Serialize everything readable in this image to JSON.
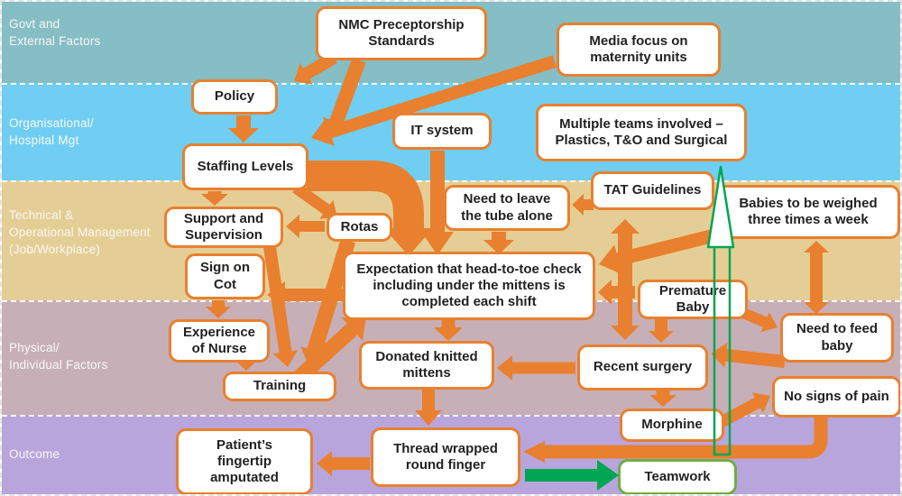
{
  "title": "Accimap-style causal diagram",
  "bands": [
    {
      "label": "Govt and\nExternal Factors"
    },
    {
      "label": "Organisational/\nHospital Mgt"
    },
    {
      "label": "Technical &\nOperational  Management\n(Job/Workplace)"
    },
    {
      "label": "Physical/\nIndividual  Factors"
    },
    {
      "label": "Outcome"
    }
  ],
  "boxes": {
    "nmc": "NMC Preceptorship Standards",
    "media": "Media focus on maternity units",
    "policy": "Policy",
    "it_system": "IT system",
    "multiple_teams": "Multiple teams involved – Plastics, T&O and Surgical",
    "staffing": "Staffing Levels",
    "tat": "TAT Guidelines",
    "need_leave_tube": "Need to leave the tube alone",
    "babies_weighed": "Babies to be weighed three times a week",
    "support_supervision": "Support and Supervision",
    "rotas": "Rotas",
    "sign_on_cot": "Sign on Cot",
    "expectation": "Expectation that head-to-toe check including under the mittens is completed each shift",
    "premature_baby": "Premature Baby",
    "need_feed_baby": "Need to feed baby",
    "experience_nurse": "Experience of Nurse",
    "donated_mittens": "Donated knitted mittens",
    "recent_surgery": "Recent surgery",
    "training": "Training",
    "no_signs_pain": "No signs of pain",
    "morphine": "Morphine",
    "patients_fingertip": "Patient’s fingertip amputated",
    "thread_wrapped": "Thread wrapped round finger",
    "teamwork": "Teamwork"
  },
  "colors": {
    "arrow_orange": "#E8802F",
    "arrow_green": "#00A651",
    "teamwork_border_green": "#70AD47",
    "band_govt": "#85BEC4",
    "band_org": "#6FCEF2",
    "band_technical": "#E5CE95",
    "band_physical": "#C7AFB7",
    "band_outcome": "#B8A5DC"
  }
}
